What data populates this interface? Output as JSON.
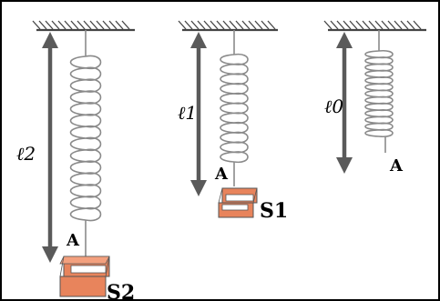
{
  "springs": [
    {
      "id": "spring-2",
      "length_label": "ℓ2",
      "point_label": "A",
      "mass_label": "S2"
    },
    {
      "id": "spring-1",
      "length_label": "ℓ1",
      "point_label": "A",
      "mass_label": "S1"
    },
    {
      "id": "spring-0",
      "length_label": "ℓ0",
      "point_label": "A"
    }
  ],
  "colors": {
    "mass_fill": "#e8845c",
    "mass_light": "#ffffff",
    "frame_border": "#000000",
    "arrow": "#5a5a5a"
  }
}
